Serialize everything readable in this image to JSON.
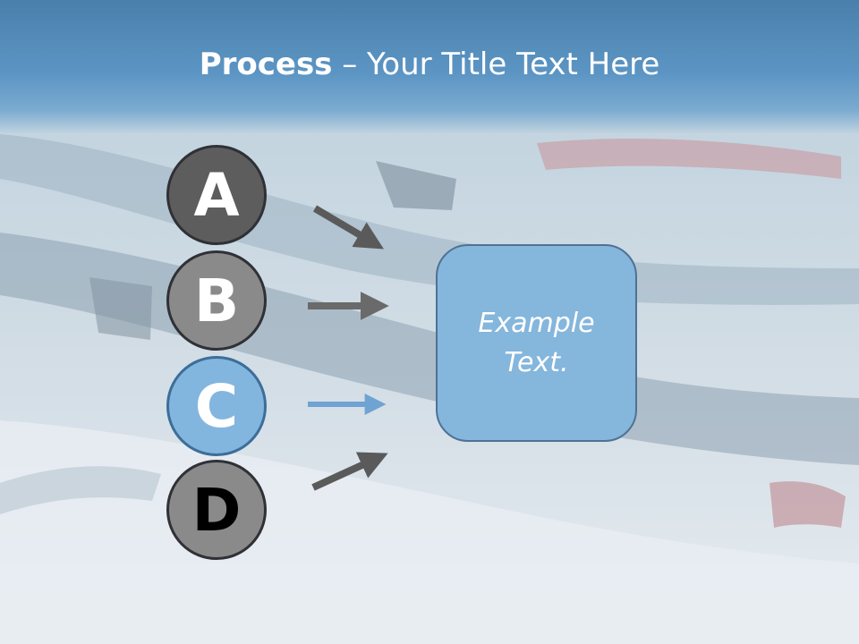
{
  "slide": {
    "title_bold": "Process",
    "title_rest": " – Your Title Text Here"
  },
  "steps": [
    {
      "letter": "A",
      "color": "#5d5d5d"
    },
    {
      "letter": "B",
      "color": "#8a8a8a"
    },
    {
      "letter": "C",
      "color": "#83b6df"
    },
    {
      "letter": "D",
      "color": "#8a8a8a"
    }
  ],
  "target_box": {
    "text": "Example Text.",
    "color": "#85b6dc"
  },
  "colors": {
    "header": "#5c95c4",
    "arrow_dark": "#5a5a5a",
    "arrow_accent": "#6fa3d2"
  }
}
